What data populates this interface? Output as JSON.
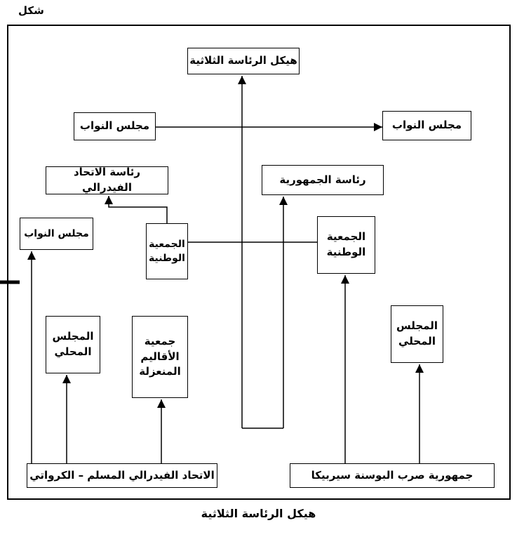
{
  "figure_label": "شكل",
  "caption": "هيكل الرئاسة الثلاثية",
  "boxes": {
    "top": "هيكل الرئاسة الثلاثية",
    "left_nawab": "مجلس النواب",
    "right_nawab": "مجلس النواب",
    "federal_presidency": "رئاسة الاتحاد الفيدرالي",
    "republic_presidency": "رئاسة الجمهورية",
    "small_nawab": "مجلس النواب",
    "center_assembly": "الجمعية الوطنية",
    "right_assembly": "الجمعية الوطنية",
    "left_local": "المجلس المحلي",
    "regions_assembly": "جمعية الأقاليم المنعزلة",
    "right_local": "المجلس المحلي",
    "muslim_croat_federation": "الاتحاد الفيدرالي المسلم – الكرواتي",
    "srpska_republic": "جمهورية صرب البوسنة سيربيكا"
  },
  "colors": {
    "line": "#000000",
    "background": "#ffffff",
    "text": "#000000"
  }
}
